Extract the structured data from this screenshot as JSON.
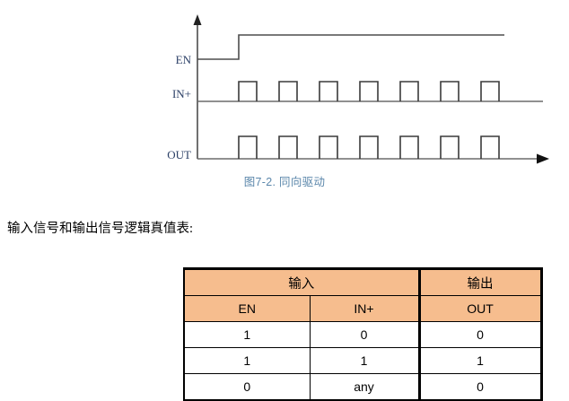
{
  "figure": {
    "caption": "图7-2. 同向驱动",
    "caption_color": "#5b87ab",
    "signals": [
      {
        "name": "EN",
        "label": "EN"
      },
      {
        "name": "IN+",
        "label": "IN+"
      },
      {
        "name": "OUT",
        "label": "OUT"
      }
    ],
    "waveform": {
      "en_description": "low then high after enable edge",
      "pulse_count": 7,
      "in_plus_values": [
        0,
        1,
        0,
        1,
        0,
        1,
        0,
        1,
        0,
        1,
        0,
        1,
        0,
        1,
        0
      ],
      "out_values": [
        0,
        1,
        0,
        1,
        0,
        1,
        0,
        1,
        0,
        1,
        0,
        1,
        0,
        1,
        0
      ]
    }
  },
  "body": {
    "paragraph": "输入信号和输出信号逻辑真值表:"
  },
  "table": {
    "group_headers": [
      {
        "label": "输入",
        "span": 2
      },
      {
        "label": "输出",
        "span": 1
      }
    ],
    "columns": [
      "EN",
      "IN+",
      "OUT"
    ],
    "rows": [
      [
        "1",
        "0",
        "0"
      ],
      [
        "1",
        "1",
        "1"
      ],
      [
        "0",
        "any",
        "0"
      ]
    ],
    "header_bg": "#f6bd8e"
  }
}
